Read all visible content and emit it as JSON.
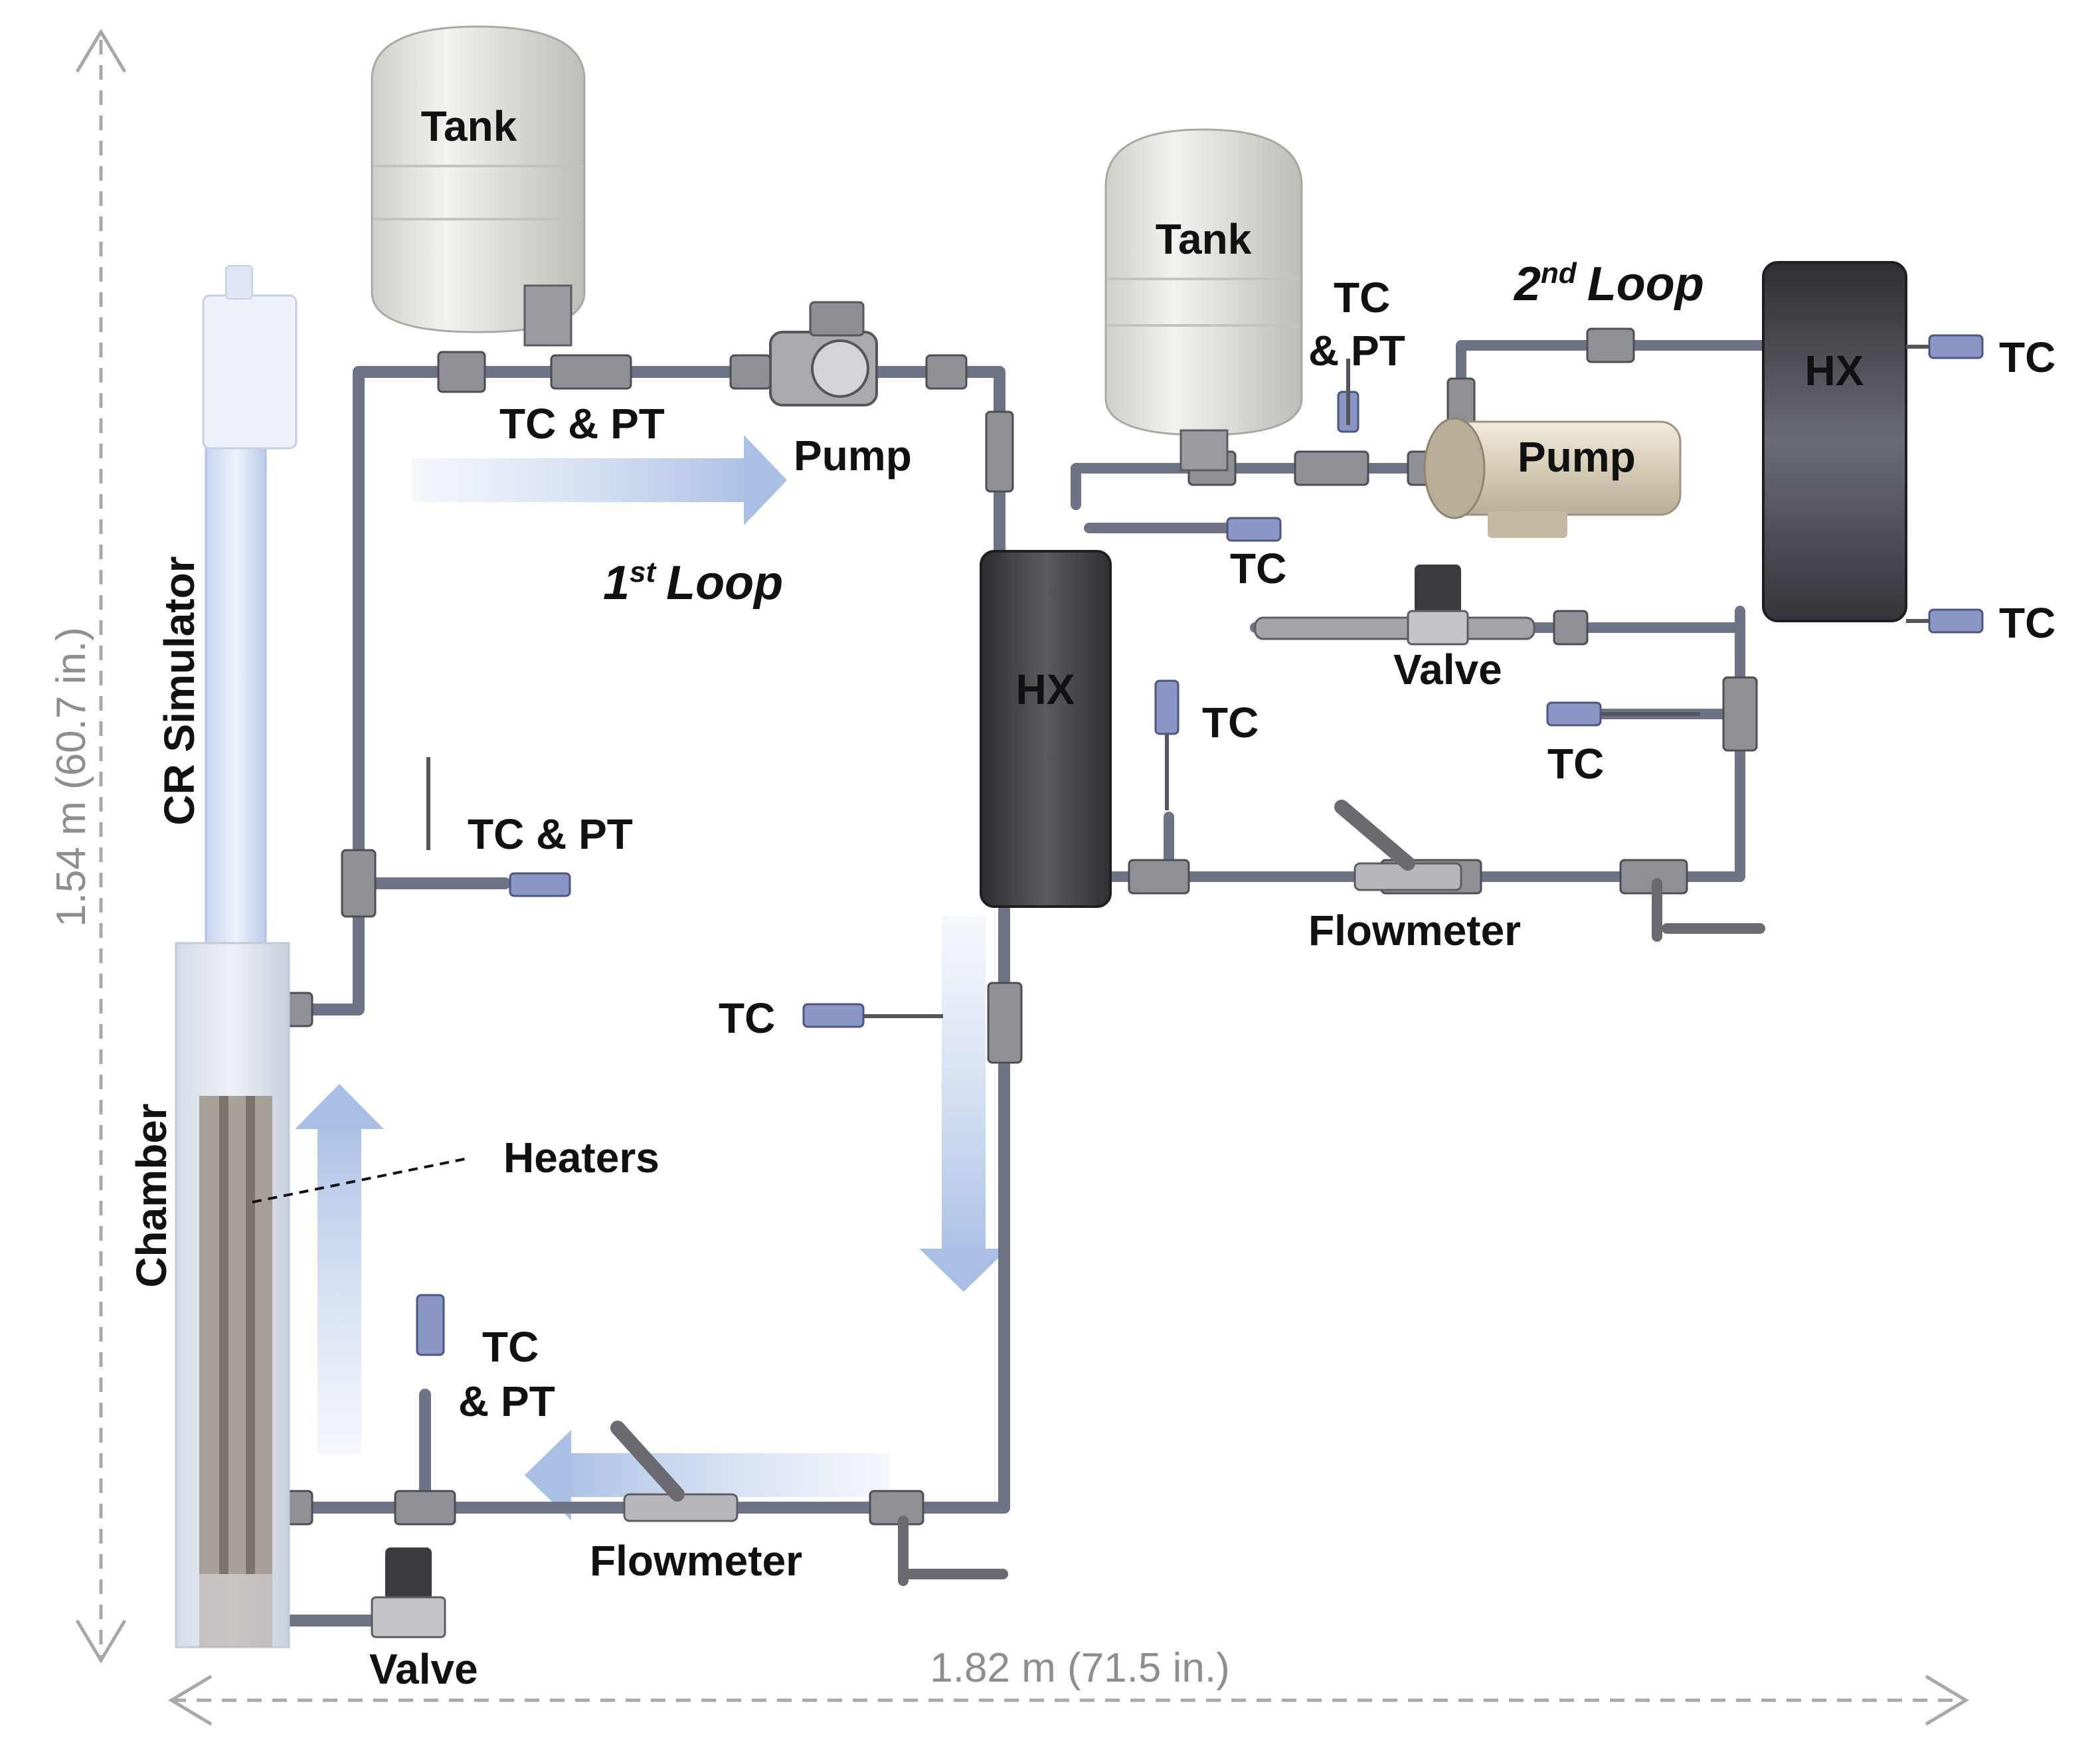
{
  "labels": {
    "tank_left": "Tank",
    "tank_right": "Tank",
    "pump_left": "Pump",
    "pump_right": "Pump",
    "hx_center": "HX",
    "hx_right": "HX",
    "cr_simulator": "CR Simulator",
    "chamber": "Chamber",
    "heaters": "Heaters",
    "loop1_num": "1",
    "loop1_sup": "st",
    "loop1_word": "Loop",
    "loop2_num": "2",
    "loop2_sup": "nd",
    "loop2_word": "Loop",
    "tc_pt_top": "TC & PT",
    "tc_pt_mid": "TC & PT",
    "tc_pt_bottom_line1": "TC",
    "tc_pt_bottom_line2": "& PT",
    "tc_pt_right_line1": "TC",
    "tc_pt_right_line2": "& PT",
    "tc_hx_outlet": "TC",
    "tc_hx_right_top": "TC",
    "tc_hx_right_bottom": "TC",
    "tc_secondary_return": "TC",
    "tc_secondary_tee": "TC",
    "tc_primary_return": "TC",
    "valve_right": "Valve",
    "valve_bottom": "Valve",
    "flowmeter_right": "Flowmeter",
    "flowmeter_bottom": "Flowmeter"
  },
  "dimensions": {
    "height": "1.54 m (60.7 in.)",
    "width": "1.82 m (71.5 in.)"
  },
  "colors": {
    "pipe": "#6e7486",
    "flow_arrow": "#b9cbe8",
    "hx_body": "#4a4a4e",
    "tank_body": "#e6e6e2",
    "dimension_line": "#a8a8a8"
  }
}
